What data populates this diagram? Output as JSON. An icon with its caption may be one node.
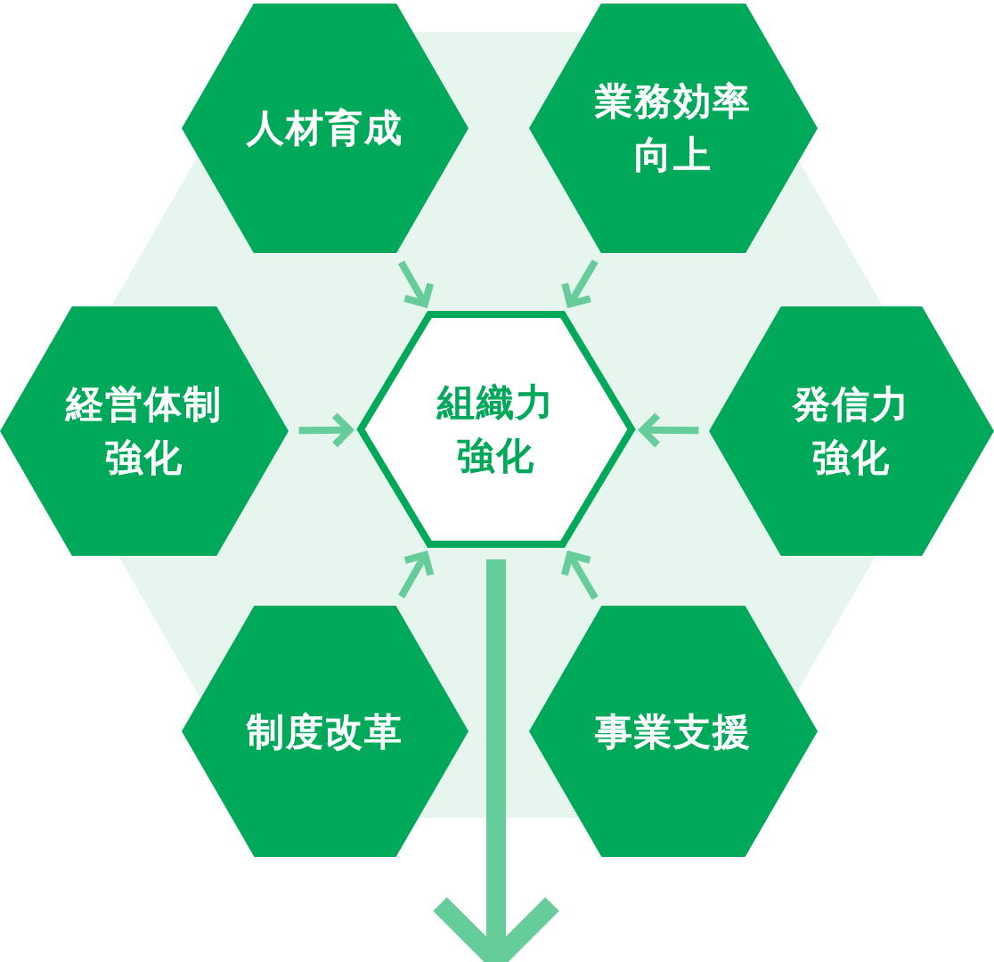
{
  "diagram": {
    "nodes": [
      {
        "text": [
          "人材育成"
        ]
      },
      {
        "text": [
          "業務効率向上"
        ]
      },
      {
        "text": [
          "経営体制強化"
        ]
      },
      {
        "text": [
          "組織力強化"
        ]
      },
      {
        "text": [
          "発信力強化"
        ]
      },
      {
        "text": [
          "制度改革"
        ]
      },
      {
        "text": [
          "事業支援"
        ]
      }
    ],
    "edges": [
      {
        "from": 0,
        "to": 3,
        "arrow": "to"
      },
      {
        "from": 1,
        "to": 3,
        "arrow": "to"
      },
      {
        "from": 2,
        "to": 3,
        "arrow": "to"
      },
      {
        "from": 4,
        "to": 3,
        "arrow": "to"
      },
      {
        "from": 5,
        "to": 3,
        "arrow": "to"
      },
      {
        "from": 6,
        "to": 3,
        "arrow": "to"
      },
      {
        "from": 3,
        "to": null,
        "arrow": "to",
        "style": "thick"
      }
    ]
  }
}
